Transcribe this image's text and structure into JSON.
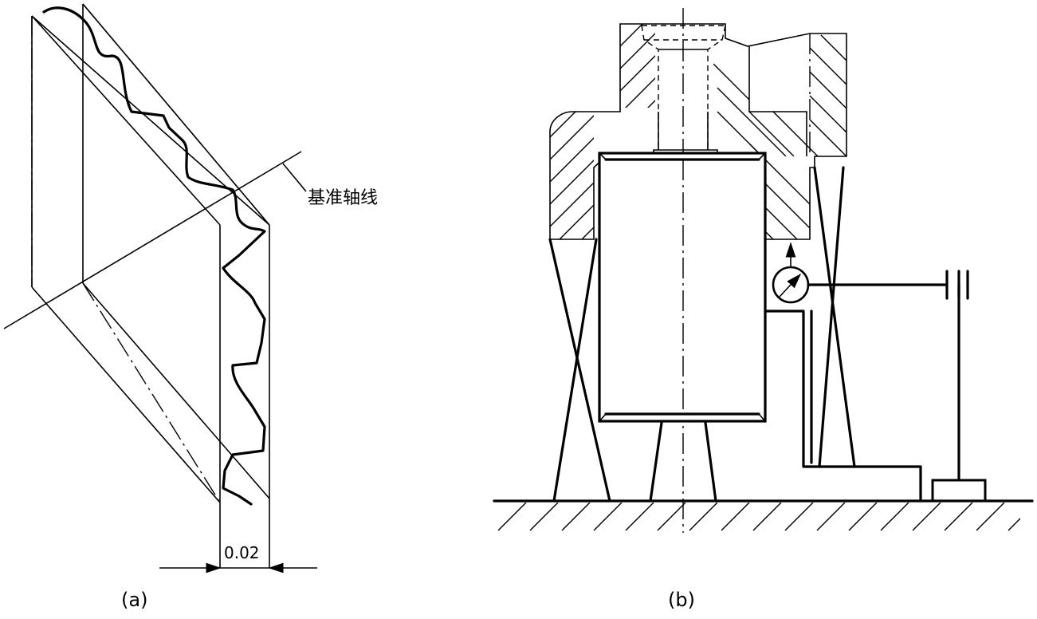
{
  "figure_a": {
    "caption": "(a)",
    "datum_axis_label": "基准轴线",
    "tolerance_label": "0.02"
  },
  "figure_b": {
    "caption": "(b)"
  }
}
